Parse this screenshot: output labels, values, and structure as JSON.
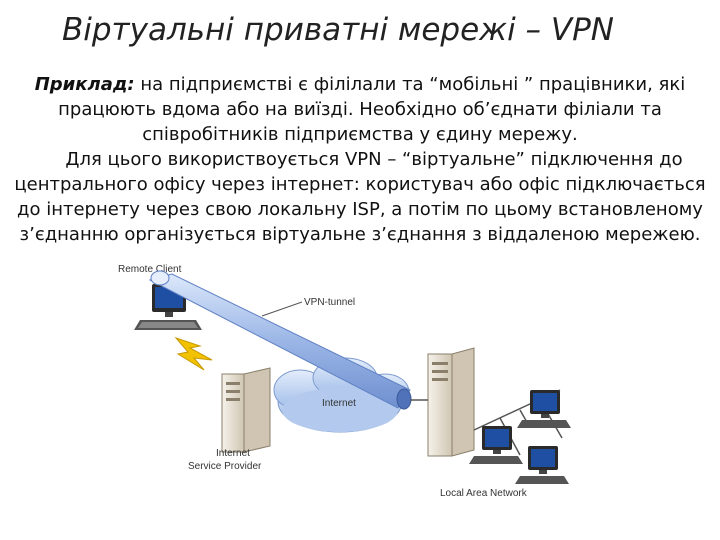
{
  "slide": {
    "title": "Віртуальні приватні мережі – VPN",
    "paragraph1_intro": "Приклад:",
    "paragraph1_rest": "на підприємстві є філілали та “мобільні ” працівники, які працюють вдома або на виїзді. Необхідно об’єднати філіали та співробітників підприємства у єдину мережу.",
    "paragraph2": "Для цього використвоується VPN – “віртуальне” підключення до центрального офісу через інтернет: користувач або офіс підключається до інтернету через свою локальну ISP, а потім по цьому встановленому з’єднанню організується віртуальне з’єднання з віддаленою мережею."
  },
  "diagram": {
    "labels": {
      "remote_client": "Remote Client",
      "vpn_tunnel": "VPN-tunnel",
      "internet": "Internet",
      "isp_line1": "Internet",
      "isp_line2": "Service Provider",
      "lan": "Local Area Network"
    },
    "colors": {
      "tunnel": "#9bb6e6",
      "tunnel_edge": "#5f80c4",
      "cloud": "#bcd1f2",
      "lightning": "#f2c200",
      "monitor_screen": "#1f4fa3",
      "server": "#e8e0d0"
    }
  }
}
